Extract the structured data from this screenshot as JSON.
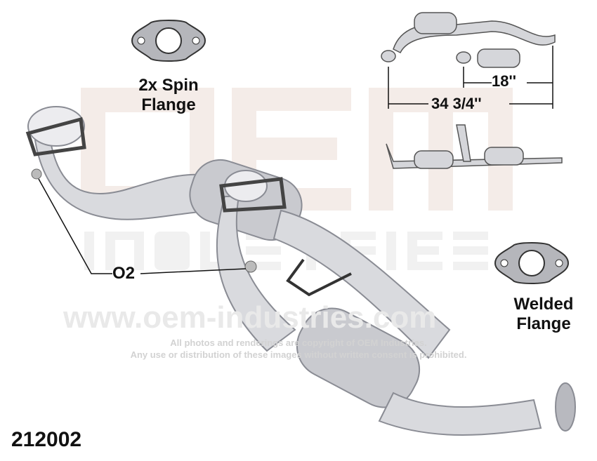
{
  "watermark": {
    "logo": "OEM",
    "logo_sub": "INDUSTRIES",
    "url": "www.oem-industries.com",
    "copyright_line1": "All photos and renderings are copyright of OEM Industries.",
    "copyright_line2": "Any use or distribution of these images without written consent is prohibited."
  },
  "labels": {
    "spin_flange": "2x Spin",
    "spin_flange_2": "Flange",
    "welded_flange": "Welded",
    "welded_flange_2": "Flange",
    "o2": "O2",
    "part_number": "212002"
  },
  "dimensions": {
    "short": "18''",
    "long": "34 3/4''"
  }
}
